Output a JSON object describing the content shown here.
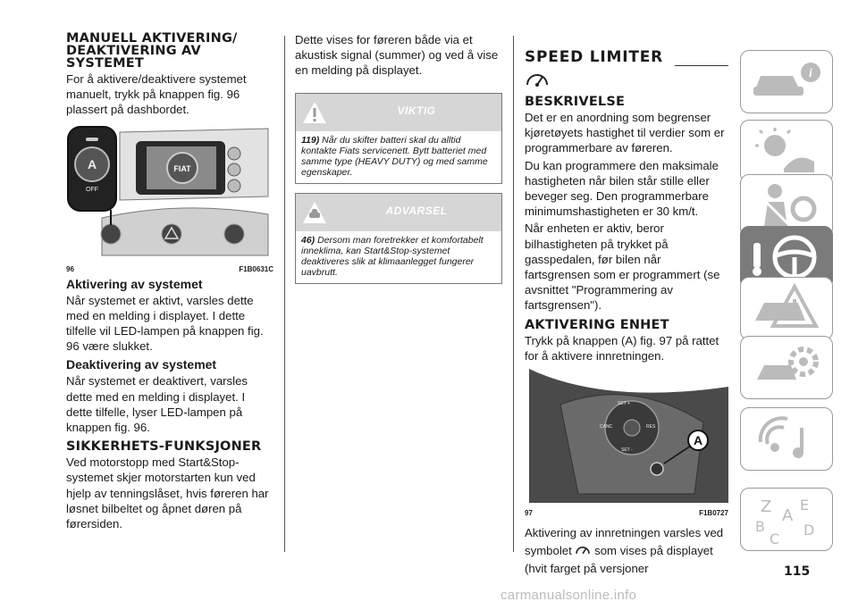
{
  "col1": {
    "heading1": "MANUELL AKTIVERING/ DEAKTIVERING AV SYSTEMET",
    "para1": "For å aktivere/deaktivere systemet manuelt, trykk på knappen fig. 96 plassert på dashbordet.",
    "fig_label": "96",
    "fig_code": "F1B0631C",
    "fig_off": "OFF",
    "sub1": "Aktivering av systemet",
    "para2": "Når systemet er aktivt, varsles dette med en melding i displayet. I dette tilfelle vil LED-lampen på knappen fig. 96 være slukket.",
    "sub2": "Deaktivering av systemet",
    "para3": "Når systemet er deaktivert, varsles dette med en melding i displayet. I dette tilfelle, lyser LED-lampen på knappen fig. 96.",
    "heading2": "SIKKERHETS-FUNKSJONER",
    "para4": "Ved motorstopp med Start&Stop-systemet skjer motorstarten kun ved hjelp av tenningslåset, hvis føreren har løsnet bilbeltet og åpnet døren på førersiden."
  },
  "col2": {
    "para1": "Dette vises for føreren både via et akustisk signal (summer) og ved å vise en melding på displayet.",
    "note1_title": "VIKTIG",
    "note1_num": "119)",
    "note1_text": "Når du skifter batteri skal du alltid kontakte Fiats servicenett. Bytt batteriet med samme type (HEAVY DUTY) og med samme egenskaper.",
    "note2_title": "ADVARSEL",
    "note2_num": "46)",
    "note2_text": "Dersom man foretrekker et komfortabelt inneklima, kan Start&Stop-systemet deaktiveres slik at klimaanlegget fungerer uavbrutt."
  },
  "col3": {
    "heading1": "SPEED LIMITER",
    "heading2": "BESKRIVELSE",
    "para1": "Det er en anordning som begrenser kjøretøyets hastighet til verdier som er programmerbare av føreren.",
    "para2": "Du kan programmere den maksimale hastigheten når bilen står stille eller beveger seg. Den programmerbare minimumshastigheten er 30 km/t.",
    "para3": "Når enheten er aktiv, beror bilhastigheten på trykket på gasspedalen, før bilen når fartsgrensen som er programmert (se avsnittet \"Programmering av fartsgrensen\").",
    "heading3": "AKTIVERING ENHET",
    "para4": "Trykk på knappen (A) fig. 97 på rattet for å aktivere innretningen.",
    "fig_label": "97",
    "fig_code": "F1B0727",
    "fig_marker": "A",
    "btn_set_plus": "SET +",
    "btn_canc": "CANC",
    "btn_res": "RES",
    "btn_set_minus": "SET -",
    "para5a": "Aktivering av innretningen varsles ved symbolet",
    "para5b": "som vises på displayet (hvit farget på versjoner"
  },
  "page_number": "115",
  "watermark": "carmanualsonline.info",
  "sidebar": {
    "icons": [
      "car-info-icon",
      "warning-lights-icon",
      "safety-icon",
      "steering-wheel-icon",
      "emergency-icon",
      "maintenance-icon",
      "multimedia-icon",
      "index-icon"
    ],
    "active_index": 3,
    "index_letters": [
      "Z",
      "E",
      "A",
      "B",
      "C",
      "D"
    ]
  },
  "colors": {
    "active_tab": "#7b7b7b",
    "note_header": "#d6d6d6"
  }
}
